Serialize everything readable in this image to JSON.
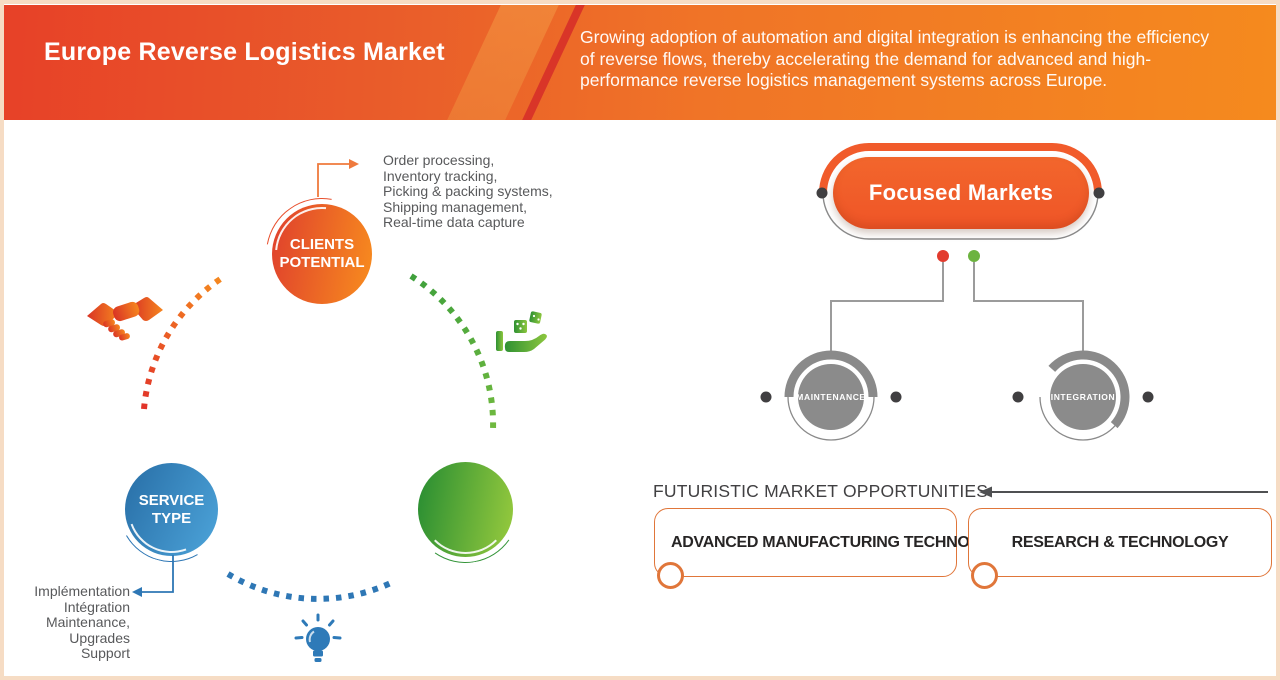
{
  "header": {
    "title": "Europe Reverse Logistics Market",
    "description": "Growing adoption of automation and digital integration is enhancing the efficiency of reverse flows, thereby accelerating the demand for advanced and high-performance reverse logistics management systems across Europe."
  },
  "cycle": {
    "clients_potential": {
      "label": "CLIENTS POTENTIAL",
      "items": [
        "Order processing,",
        "Inventory tracking,",
        "Picking & packing systems,",
        "Shipping management,",
        "Real-time data capture"
      ]
    },
    "service_type": {
      "label": "SERVICE TYPE",
      "items": [
        "Implémentation",
        "Intégration",
        "Maintenance,",
        "Upgrades",
        "Support"
      ]
    },
    "icons": {
      "clients": "handshake-icon",
      "products": "hand-with-products-icon",
      "idea": "lightbulb-icon"
    }
  },
  "focused_markets": {
    "title": "Focused Markets",
    "nodes": [
      {
        "label": "MAINTENANCE"
      },
      {
        "label": "INTEGRATION"
      }
    ]
  },
  "opportunities": {
    "heading": "FUTURISTIC MARKET OPPORTUNITIES",
    "boxes": [
      {
        "label": "ADVANCED MANUFACTURING TECHNOLOGIES"
      },
      {
        "label": "RESEARCH & TECHNOLOGY"
      }
    ]
  },
  "colors": {
    "header_gradient_start": "#e74128",
    "header_gradient_end": "#f58a1e",
    "accent_orange": "#f05a28",
    "red": "#e23b2e",
    "green": "#6cb33f",
    "blue": "#2e77b5",
    "node_gray": "#8a8a8a",
    "text_gray": "#58595b",
    "heading_gray": "#414042",
    "frame_border": "#f6dcc4",
    "box_border": "#e0763a"
  }
}
